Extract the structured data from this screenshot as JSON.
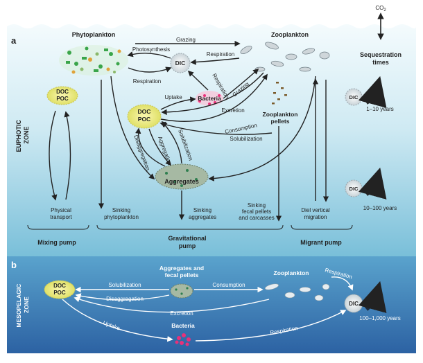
{
  "top": {
    "co2": "CO",
    "co2_sub": "2",
    "panel_a": "a",
    "panel_b": "b"
  },
  "euphotic": {
    "zone_label_1": "EUPHOTIC",
    "zone_label_2": "ZONE",
    "phytoplankton": "Phytoplankton",
    "zooplankton": "Zooplankton",
    "grazing": "Grazing",
    "photosynthesis": "Photosynthesis",
    "respiration_phyto": "Respiration",
    "respiration_zoo": "Respiration",
    "respiration_bact": "Respiration",
    "dic": "DIC",
    "doc": "DOC",
    "poc": "POC",
    "doc_center": "DOC",
    "poc_center": "POC",
    "uptake": "Uptake",
    "bacteria": "Bacteria",
    "grazing_bact": "Grazing",
    "excretion": "Excretion",
    "consumption": "Consumption",
    "solubilization_1": "Solubilization",
    "solubilization_2": "Solubilization",
    "aggregation": "Aggregation",
    "disaggregation": "Disaggregation",
    "aggregates": "Aggregates",
    "zoo_pellets_1": "Zooplankton",
    "zoo_pellets_2": "pellets",
    "physical_transport_1": "Physical",
    "physical_transport_2": "transport",
    "sinking_phyto_1": "Sinking",
    "sinking_phyto_2": "phytoplankton",
    "sinking_agg_1": "Sinking",
    "sinking_agg_2": "aggregates",
    "sinking_fecal_1": "Sinking",
    "sinking_fecal_2": "fecal pellets",
    "sinking_fecal_3": "and carcasses",
    "diel_1": "Diel vertical",
    "diel_2": "migration",
    "mixing_pump": "Mixing pump",
    "grav_pump_1": "Gravitational",
    "grav_pump_2": "pump",
    "migrant_pump": "Migrant pump"
  },
  "sequestration": {
    "title_1": "Sequestration",
    "title_2": "times",
    "dic_1": "DIC",
    "time_1": "1–10 years",
    "dic_2": "DIC",
    "time_2": "10–100 years",
    "dic_3": "DIC",
    "time_3": "100–1,000 years"
  },
  "mesopelagic": {
    "zone_label_1": "MESOPELAGIC",
    "zone_label_2": "ZONE",
    "doc": "DOC",
    "poc": "POC",
    "agg_1": "Aggregates and",
    "agg_2": "fecal pellets",
    "zooplankton": "Zooplankton",
    "respiration_1": "Respiration",
    "respiration_2": "Respiration",
    "solubilization": "Solubilization",
    "disaggregation": "Disaggregation",
    "consumption": "Consumption",
    "excretion": "Excretion",
    "uptake": "Uptake",
    "bacteria": "Bacteria",
    "dic": "DIC"
  },
  "colors": {
    "sky": "#ffffff",
    "sea_top": "#eaf6fb",
    "sea_mid": "#7fc3dc",
    "sea_deep": "#2d6aa8",
    "doc_fill": "#f3f08a",
    "bacteria_fill": "#e8317a",
    "aggregates_fill": "#9fb6a0"
  }
}
